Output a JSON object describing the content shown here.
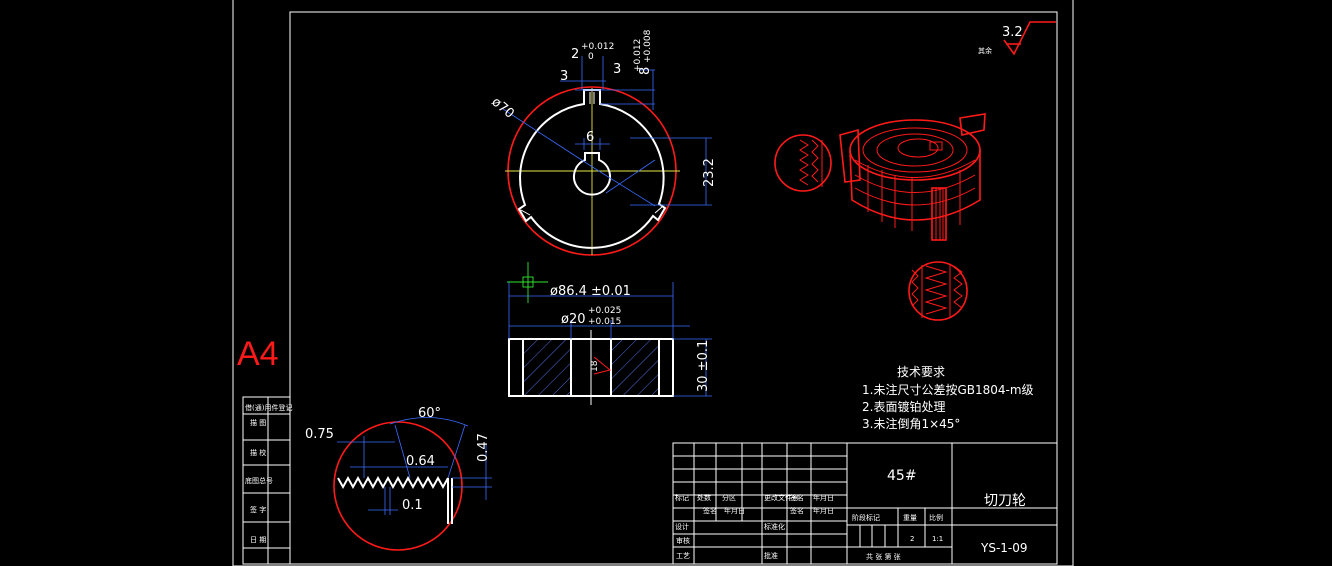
{
  "sheet_size": "A4",
  "roughness": {
    "value": "3.2",
    "label": "其余"
  },
  "top_view": {
    "dia_outer": "ø70",
    "keyway_width": "2",
    "keyway_tol_upper": "+0.012",
    "keyway_tol_lower": "0",
    "slot_left": "3",
    "slot_right": "3",
    "depth_label": "8",
    "depth_tol_upper": "+0.012",
    "depth_tol_lower": "+0.008",
    "hub_dim": "6",
    "height_dim": "23.2"
  },
  "section_view": {
    "dia_outer": "ø86.4 ±0.01",
    "dia_bore": "ø20",
    "bore_tol_upper": "+0.025",
    "bore_tol_lower": "+0.015",
    "thickness": "30 ±0.1",
    "center_mark": "18"
  },
  "tooth_detail": {
    "pitch": "0.75",
    "angle": "60°",
    "tooth_width": "0.64",
    "tooth_height": "0.47",
    "root_radius": "0.1"
  },
  "tech_requirements": {
    "title": "技术要求",
    "items": [
      "1.未注尺寸公差按GB1804-m级",
      "2.表面镀铂处理",
      "3.未注倒角1×45°"
    ]
  },
  "title_block": {
    "material": "45#",
    "part_name": "切刀轮",
    "drawing_no": "YS-1-09",
    "quantity": "2",
    "scale": "1:1",
    "revision_headers": [
      "标记",
      "处数",
      "分区",
      "更改文件号",
      "签名",
      "年月日"
    ],
    "sign_row": [
      "设计",
      "",
      "签名",
      "年月日",
      "标准化",
      "",
      "签名",
      "年月日"
    ],
    "stage_headers": [
      "阶段标记",
      "重量",
      "比例"
    ],
    "sheet_info": "共 张 第 张",
    "roles": [
      "审核",
      "工艺",
      "批准"
    ]
  },
  "side_strip": [
    "借(通)用件登记",
    "描 图",
    "描 校",
    "底图总号",
    "签 字",
    "日 期"
  ]
}
